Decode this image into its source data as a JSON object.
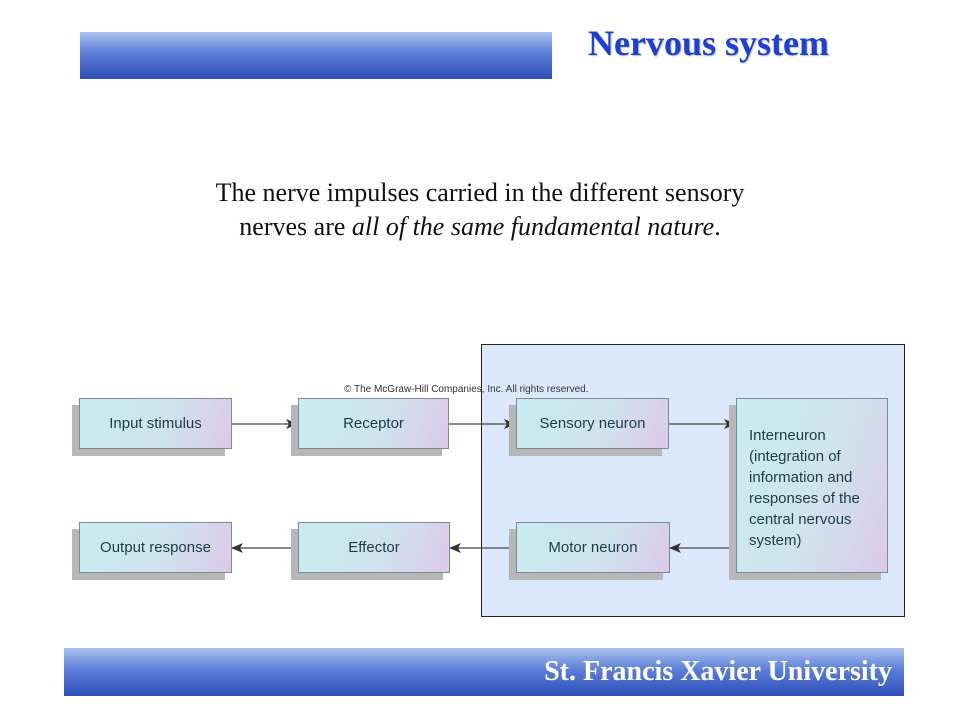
{
  "header": {
    "title": "Nervous system"
  },
  "body": {
    "line1": "The nerve impulses carried in the different sensory",
    "line2_plain": "nerves are ",
    "line2_italic": "all of the same fundamental nature",
    "line2_end": "."
  },
  "diagram": {
    "copyright": "© The McGraw-Hill Companies, Inc. All rights reserved.",
    "nodes": {
      "input_stimulus": "Input stimulus",
      "receptor": "Receptor",
      "sensory_neuron": "Sensory neuron",
      "interneuron": [
        "Interneuron",
        "(integration of",
        "information and",
        "responses of the",
        "central nervous",
        "system)"
      ],
      "motor_neuron": "Motor neuron",
      "effector": "Effector",
      "output_response": "Output response"
    }
  },
  "footer": {
    "text": "St. Francis Xavier University"
  },
  "colors": {
    "title": "#1c3fd6",
    "bar_dark": "#2f4fb8",
    "bar_light": "#a9c0ee",
    "highlight": "#dbe8fb"
  }
}
